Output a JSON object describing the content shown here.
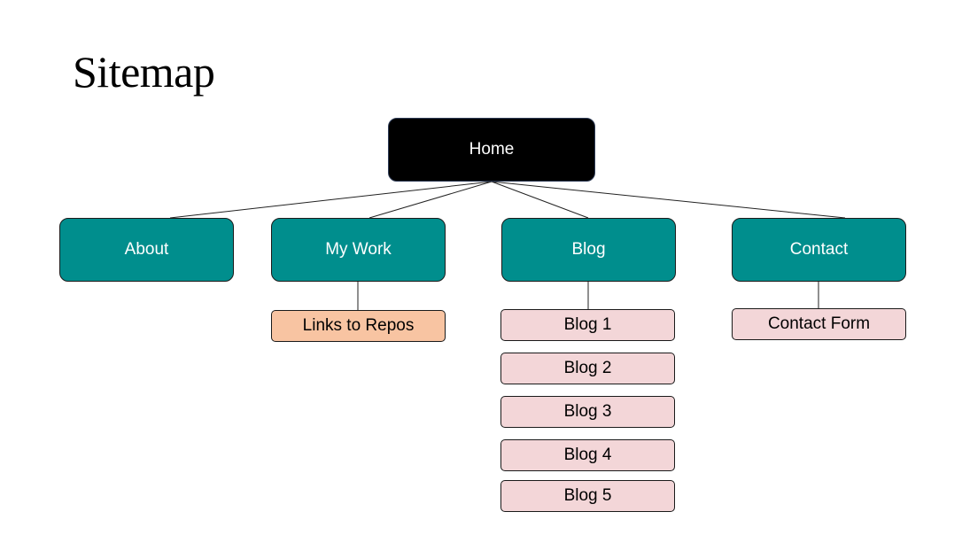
{
  "title": "Sitemap",
  "home": "Home",
  "pages": {
    "about": "About",
    "my_work": "My Work",
    "blog": "Blog",
    "contact": "Contact"
  },
  "my_work_children": [
    "Links to Repos"
  ],
  "blog_children": [
    "Blog 1",
    "Blog 2",
    "Blog 3",
    "Blog 4",
    "Blog 5"
  ],
  "contact_children": [
    "Contact Form"
  ],
  "colors": {
    "home_fill": "#000000",
    "page_fill": "#008e8d",
    "repo_fill": "#f8c4a2",
    "sub_fill": "#f3d6d8"
  }
}
